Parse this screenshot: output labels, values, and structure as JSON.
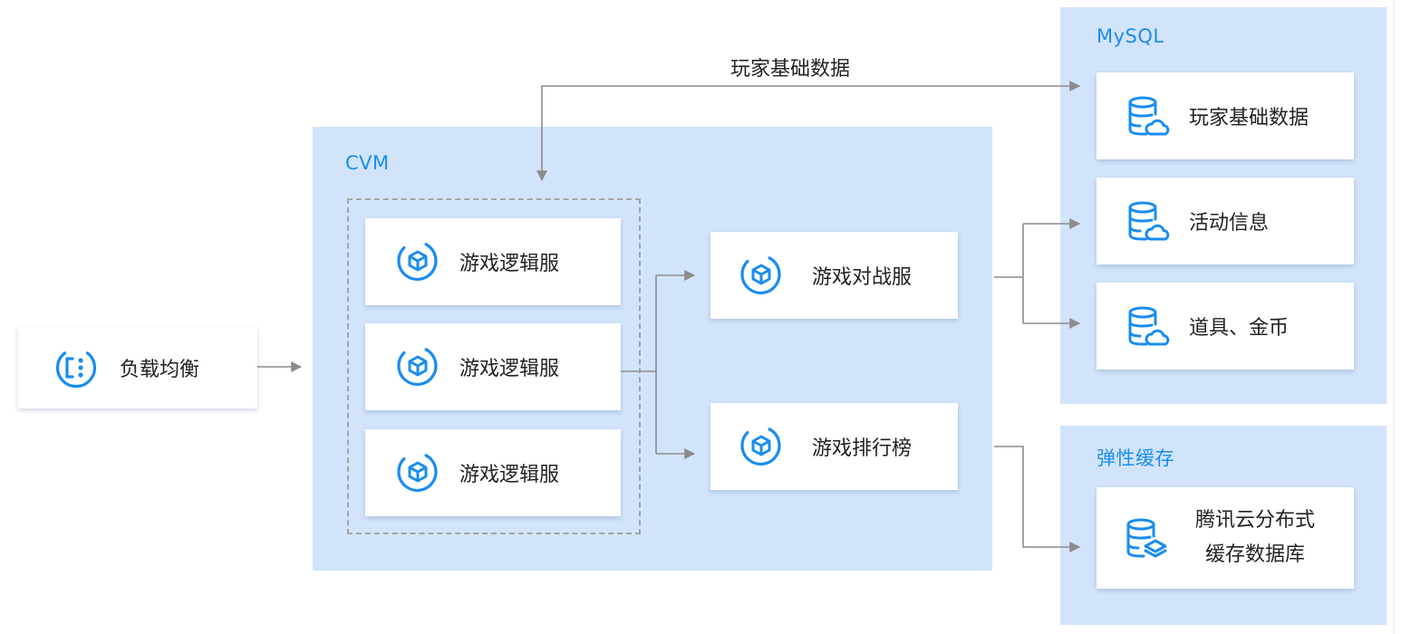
{
  "regions": {
    "cvm": {
      "title": "CVM"
    },
    "mysql": {
      "title": "MySQL"
    },
    "cache": {
      "title": "弹性缓存"
    }
  },
  "nodes": {
    "load_balancer": {
      "label": "负载均衡",
      "icon": "load-balancer-icon"
    },
    "logic_server_1": {
      "label": "游戏逻辑服",
      "icon": "cube-server-icon"
    },
    "logic_server_2": {
      "label": "游戏逻辑服",
      "icon": "cube-server-icon"
    },
    "logic_server_3": {
      "label": "游戏逻辑服",
      "icon": "cube-server-icon"
    },
    "battle_server": {
      "label": "游戏对战服",
      "icon": "cube-server-icon"
    },
    "leaderboard": {
      "label": "游戏排行榜",
      "icon": "cube-server-icon"
    },
    "db_player_data": {
      "label": "玩家基础数据",
      "icon": "cloud-database-icon"
    },
    "db_activity": {
      "label": "活动信息",
      "icon": "cloud-database-icon"
    },
    "db_items_coins": {
      "label": "道具、金币",
      "icon": "cloud-database-icon"
    },
    "redis_cache": {
      "line1": "腾讯云分布式",
      "line2": "缓存数据库",
      "icon": "cache-database-icon"
    }
  },
  "edges": {
    "player_data_link": {
      "label": "玩家基础数据"
    }
  },
  "colors": {
    "accent": "#1a8cf0",
    "region_fill": "#d2e4fb",
    "connector": "#8c8c8c",
    "dashed_border": "#a4a4a4"
  }
}
